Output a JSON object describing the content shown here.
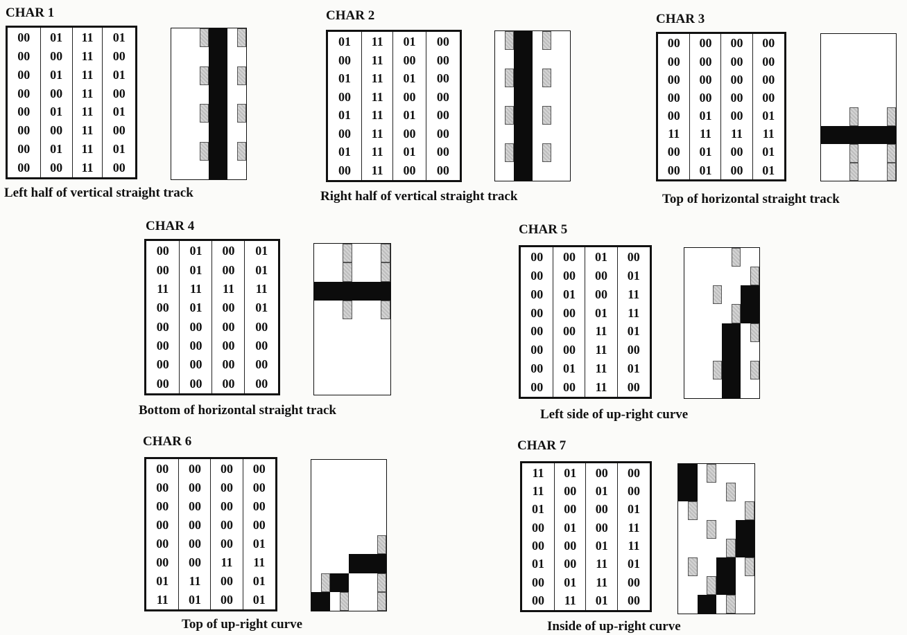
{
  "chars": [
    {
      "title": "CHAR 1",
      "caption": "Left half of vertical straight track",
      "rows": [
        [
          "00",
          "01",
          "11",
          "01"
        ],
        [
          "00",
          "00",
          "11",
          "00"
        ],
        [
          "00",
          "01",
          "11",
          "01"
        ],
        [
          "00",
          "00",
          "11",
          "00"
        ],
        [
          "00",
          "01",
          "11",
          "01"
        ],
        [
          "00",
          "00",
          "11",
          "00"
        ],
        [
          "00",
          "01",
          "11",
          "01"
        ],
        [
          "00",
          "00",
          "11",
          "00"
        ]
      ]
    },
    {
      "title": "CHAR 2",
      "caption": "Right half of vertical straight track",
      "rows": [
        [
          "01",
          "11",
          "01",
          "00"
        ],
        [
          "00",
          "11",
          "00",
          "00"
        ],
        [
          "01",
          "11",
          "01",
          "00"
        ],
        [
          "00",
          "11",
          "00",
          "00"
        ],
        [
          "01",
          "11",
          "01",
          "00"
        ],
        [
          "00",
          "11",
          "00",
          "00"
        ],
        [
          "01",
          "11",
          "01",
          "00"
        ],
        [
          "00",
          "11",
          "00",
          "00"
        ]
      ]
    },
    {
      "title": "CHAR 3",
      "caption": "Top of horizontal straight track",
      "rows": [
        [
          "00",
          "00",
          "00",
          "00"
        ],
        [
          "00",
          "00",
          "00",
          "00"
        ],
        [
          "00",
          "00",
          "00",
          "00"
        ],
        [
          "00",
          "00",
          "00",
          "00"
        ],
        [
          "00",
          "01",
          "00",
          "01"
        ],
        [
          "11",
          "11",
          "11",
          "11"
        ],
        [
          "00",
          "01",
          "00",
          "01"
        ],
        [
          "00",
          "01",
          "00",
          "01"
        ]
      ]
    },
    {
      "title": "CHAR 4",
      "caption": "Bottom of horizontal straight track",
      "rows": [
        [
          "00",
          "01",
          "00",
          "01"
        ],
        [
          "00",
          "01",
          "00",
          "01"
        ],
        [
          "11",
          "11",
          "11",
          "11"
        ],
        [
          "00",
          "01",
          "00",
          "01"
        ],
        [
          "00",
          "00",
          "00",
          "00"
        ],
        [
          "00",
          "00",
          "00",
          "00"
        ],
        [
          "00",
          "00",
          "00",
          "00"
        ],
        [
          "00",
          "00",
          "00",
          "00"
        ]
      ]
    },
    {
      "title": "CHAR 5",
      "caption": "Left side of up-right curve",
      "rows": [
        [
          "00",
          "00",
          "01",
          "00"
        ],
        [
          "00",
          "00",
          "00",
          "01"
        ],
        [
          "00",
          "01",
          "00",
          "11"
        ],
        [
          "00",
          "00",
          "01",
          "11"
        ],
        [
          "00",
          "00",
          "11",
          "01"
        ],
        [
          "00",
          "00",
          "11",
          "00"
        ],
        [
          "00",
          "01",
          "11",
          "01"
        ],
        [
          "00",
          "00",
          "11",
          "00"
        ]
      ]
    },
    {
      "title": "CHAR 6",
      "caption": "Top of up-right curve",
      "rows": [
        [
          "00",
          "00",
          "00",
          "00"
        ],
        [
          "00",
          "00",
          "00",
          "00"
        ],
        [
          "00",
          "00",
          "00",
          "00"
        ],
        [
          "00",
          "00",
          "00",
          "00"
        ],
        [
          "00",
          "00",
          "00",
          "01"
        ],
        [
          "00",
          "00",
          "11",
          "11"
        ],
        [
          "01",
          "11",
          "00",
          "01"
        ],
        [
          "11",
          "01",
          "00",
          "01"
        ]
      ]
    },
    {
      "title": "CHAR 7",
      "caption": "Inside of up-right curve",
      "rows": [
        [
          "11",
          "01",
          "00",
          "00"
        ],
        [
          "11",
          "00",
          "01",
          "00"
        ],
        [
          "01",
          "00",
          "00",
          "01"
        ],
        [
          "00",
          "01",
          "00",
          "11"
        ],
        [
          "00",
          "00",
          "01",
          "11"
        ],
        [
          "01",
          "00",
          "11",
          "01"
        ],
        [
          "00",
          "01",
          "11",
          "00"
        ],
        [
          "00",
          "11",
          "01",
          "00"
        ]
      ]
    }
  ],
  "colors": {
    "code_00": "#ffffff",
    "code_01": "#c9c9c9",
    "code_11": "#0c0c0c"
  }
}
